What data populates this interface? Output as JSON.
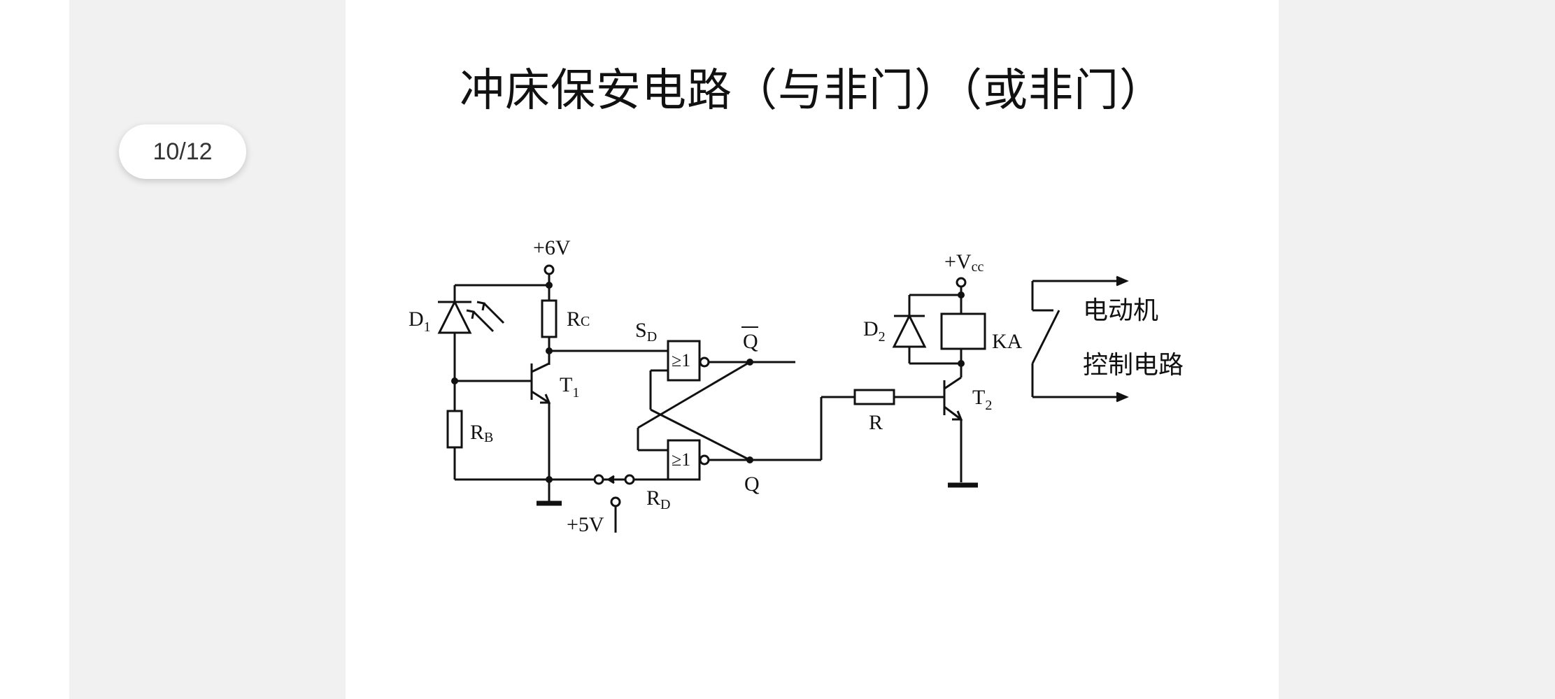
{
  "viewer": {
    "page_indicator": "10/12"
  },
  "slide": {
    "title": "冲床保安电路（与非门）（或非门）",
    "circuit": {
      "labels": {
        "plus_6v": "+6V",
        "d1_main": "D",
        "d1_sub": "1",
        "rc_main": "R",
        "rc_sub": "C",
        "t1_main": "T",
        "t1_sub": "1",
        "rb_main": "R",
        "rb_sub": "B",
        "sd_main": "S",
        "sd_sub": "D",
        "gate_top": "≥1",
        "gate_bottom": "≥1",
        "q_bar": "Q",
        "q": "Q",
        "rd_main": "R",
        "rd_sub": "D",
        "plus_5v": "+5V",
        "r": "R",
        "t2_main": "T",
        "t2_sub": "2",
        "vcc_main": "+V",
        "vcc_sub": "cc",
        "d2_main": "D",
        "d2_sub": "2",
        "ka": "KA",
        "motor_line1": "电动机",
        "motor_line2": "控制电路"
      }
    }
  }
}
